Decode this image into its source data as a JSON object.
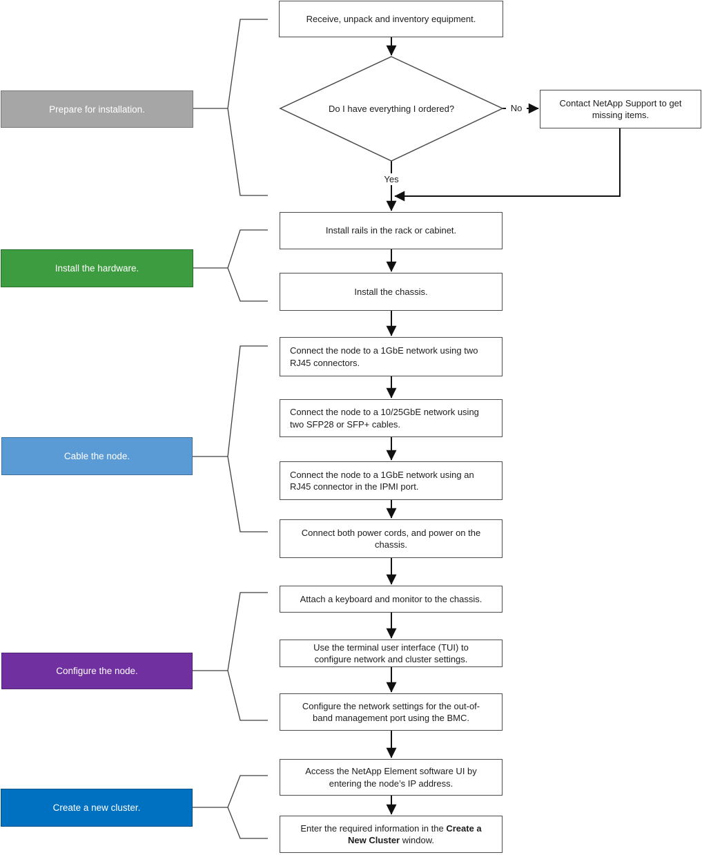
{
  "stages": [
    {
      "label": "Prepare for installation.",
      "color": "#A6A6A6"
    },
    {
      "label": "Install the hardware.",
      "color": "#3C9C3F"
    },
    {
      "label": "Cable the node.",
      "color": "#5B9BD5"
    },
    {
      "label": "Configure the node.",
      "color": "#7030A0"
    },
    {
      "label": "Create a new cluster.",
      "color": "#0070C0"
    }
  ],
  "flow": {
    "receive": "Receive, unpack and inventory equipment.",
    "decision": "Do I have everything I ordered?",
    "decision_no": "No",
    "decision_yes": "Yes",
    "support": "Contact NetApp Support to get\nmissing items.",
    "rails": "Install rails in the rack or cabinet.",
    "chassis": "Install the chassis.",
    "cable_1gbe": "Connect the node to a 1GbE network using two\nRJ45 connectors.",
    "cable_25gbe": "Connect the node to a 10/25GbE network using\ntwo SFP28 or SFP+ cables.",
    "cable_ipmi": "Connect the node to a 1GbE network using an\nRJ45 connector in the IPMI port.",
    "power": "Connect both power cords, and power on the\nchassis.",
    "attach": "Attach a keyboard and monitor to the chassis.",
    "tui": "Use the terminal user interface (TUI) to\nconfigure network and cluster settings.",
    "bmc": "Configure the network settings for the out-of-\nband management port using the BMC.",
    "access": "Access the NetApp Element software UI by\nentering the node’s IP address.",
    "enter_prefix": "Enter the required information in the ",
    "enter_bold": "Create a\nNew Cluster",
    "enter_suffix": " window."
  }
}
